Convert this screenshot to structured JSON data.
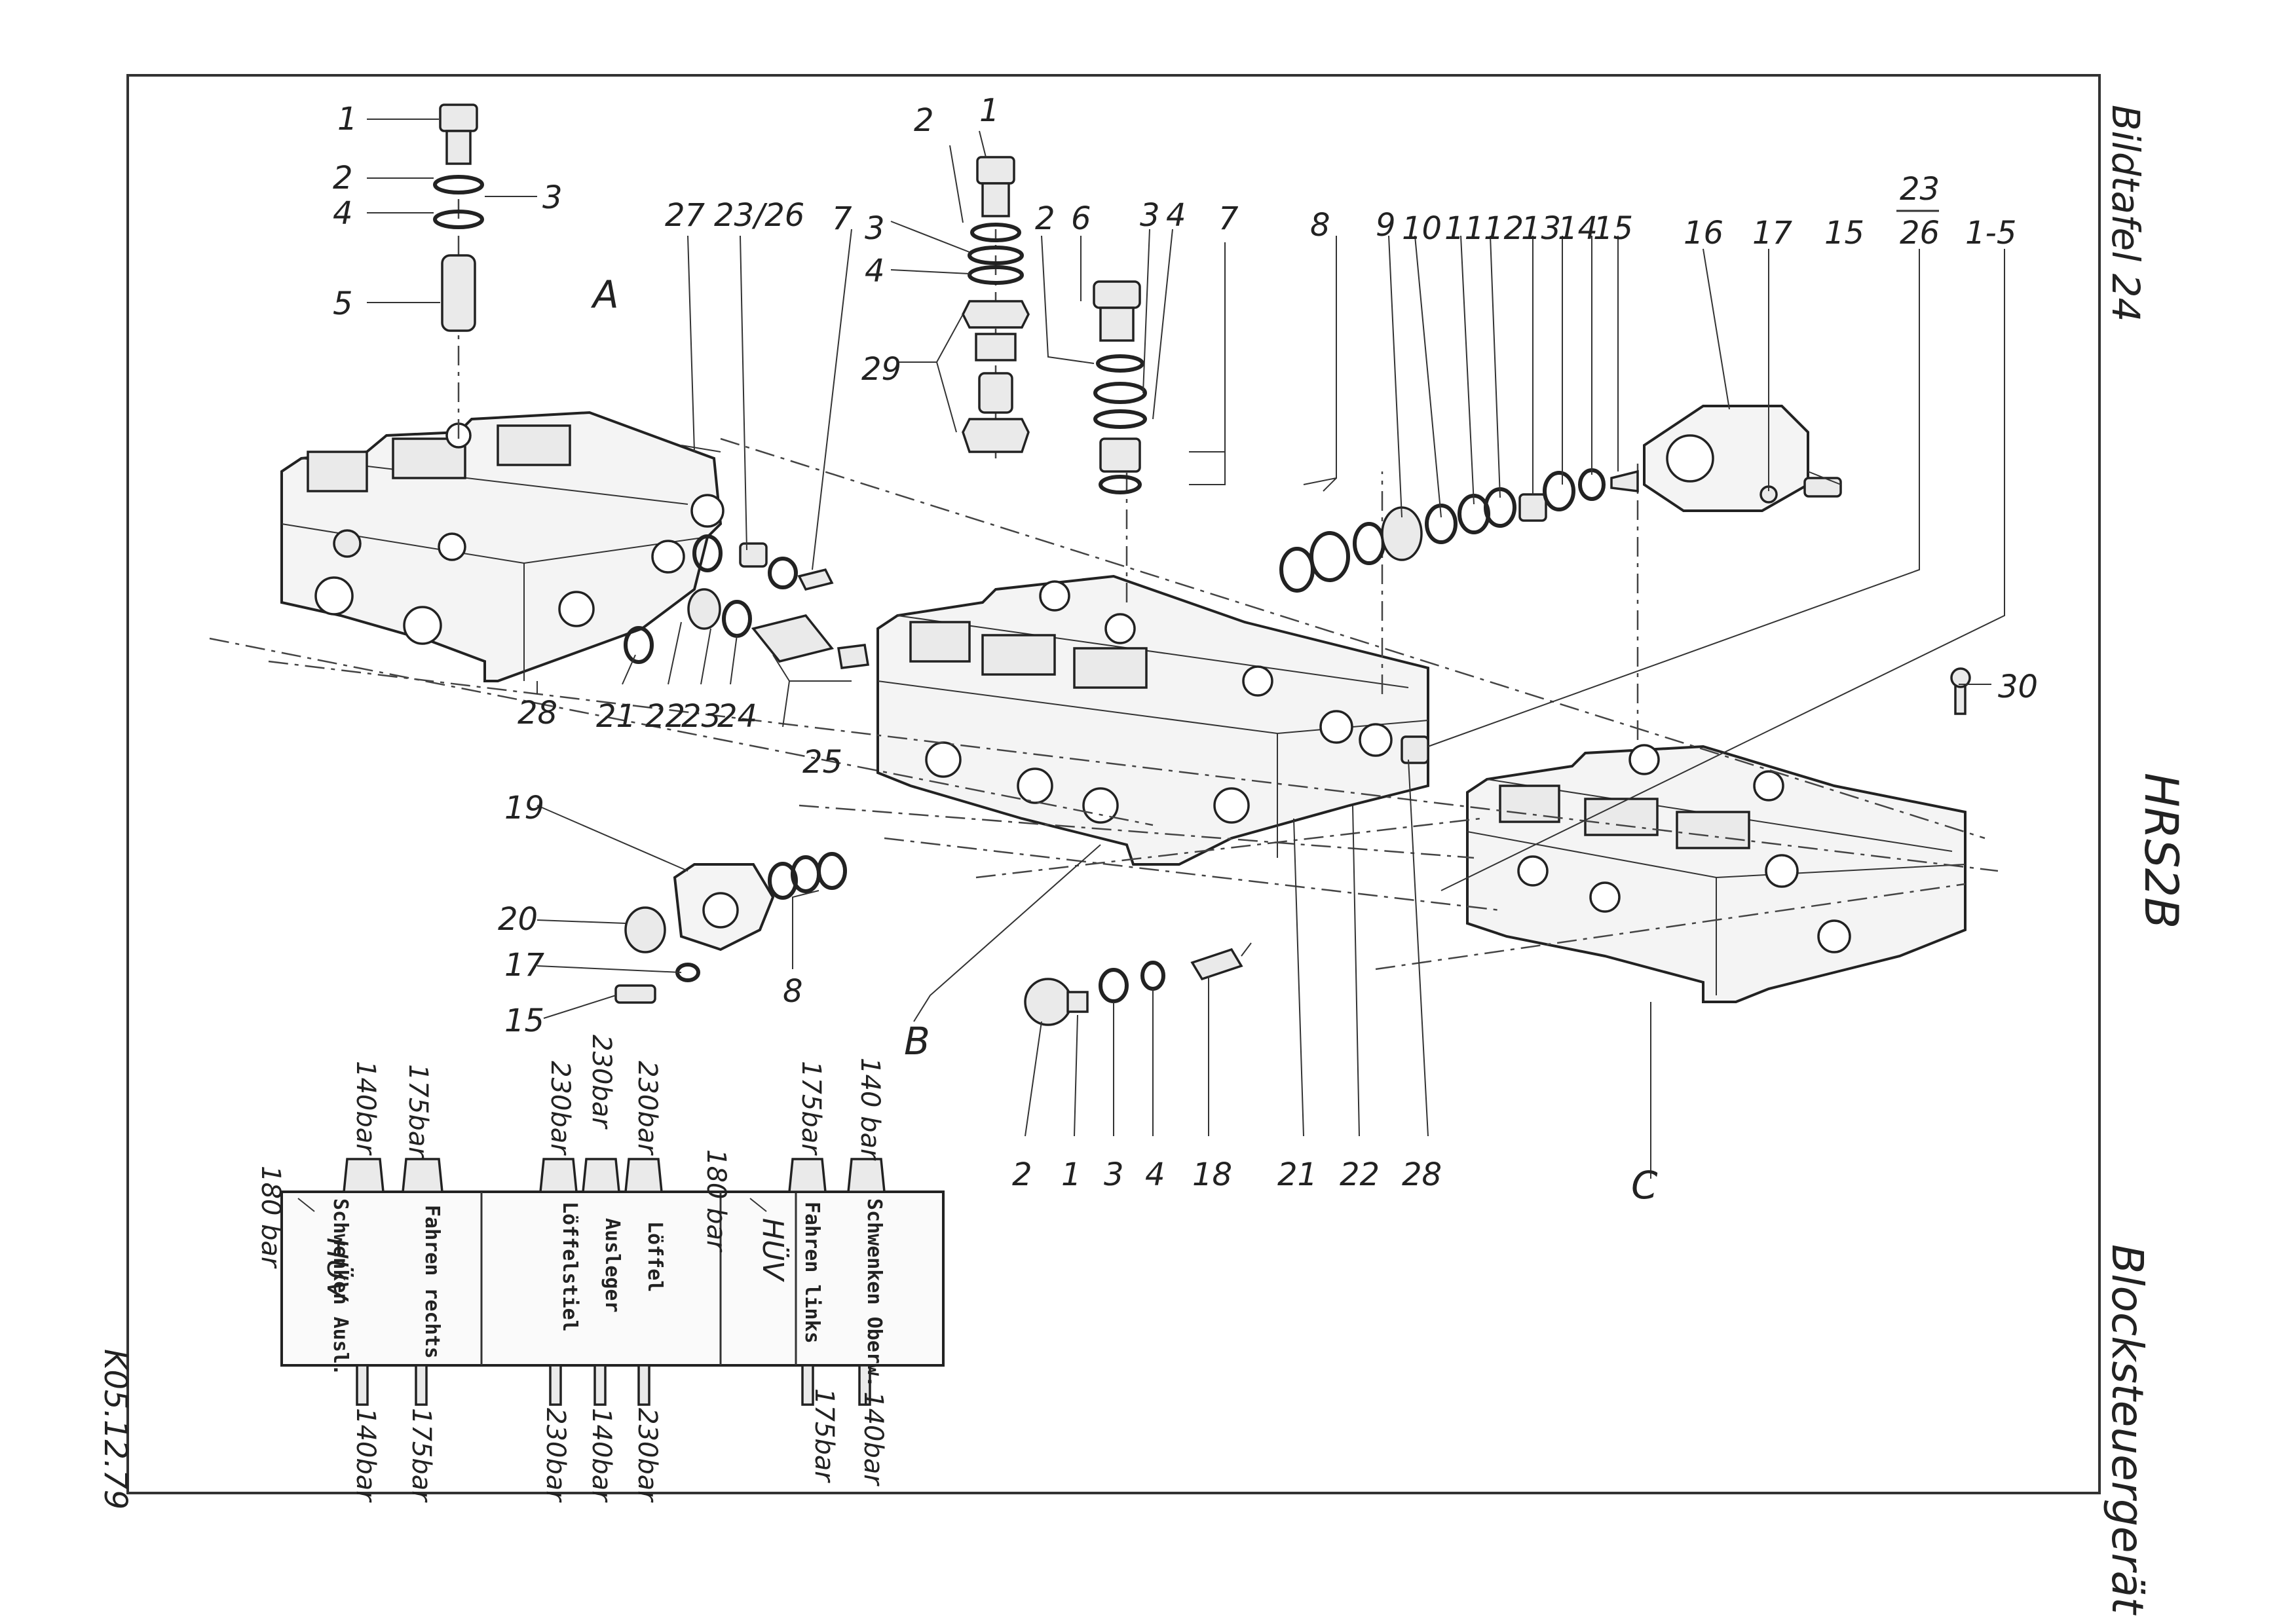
{
  "sheet": {
    "plate_label": "Bildtafel 24",
    "model": "HRS2B",
    "subject": "Blocksteuergerät",
    "doc_code": "K05.12.79"
  },
  "callouts_top_left": [
    "1",
    "2",
    "3",
    "4",
    "5"
  ],
  "callouts_top_center": [
    "1",
    "2",
    "3",
    "4",
    "29"
  ],
  "callouts_top_row": [
    "27",
    "23/26",
    "7",
    "2",
    "6",
    "3",
    "4",
    "7",
    "8",
    "9",
    "10",
    "11",
    "12",
    "13",
    "14",
    "15",
    "16",
    "17",
    "15",
    "23",
    "26",
    "1-5"
  ],
  "callouts_mid": [
    "28",
    "21",
    "22",
    "23",
    "24",
    "25",
    "30"
  ],
  "callouts_lower_left": [
    "19",
    "20",
    "17",
    "15",
    "8"
  ],
  "callouts_bottom": [
    "2",
    "1",
    "3",
    "4",
    "18",
    "21",
    "22",
    "28"
  ],
  "block_letters": [
    "A",
    "B",
    "C"
  ],
  "schematic": {
    "left_pressure": "180 bar",
    "right_pressure": "180 bar",
    "sections": [
      {
        "lines": [
          "Schwenken Ausl.",
          "HÜV"
        ]
      },
      {
        "lines": [
          "Fahren rechts"
        ]
      },
      {
        "lines": [
          "Löffelstiel"
        ]
      },
      {
        "lines": [
          "Ausleger"
        ]
      },
      {
        "lines": [
          "Löffel"
        ]
      },
      {
        "lines": [
          "Fahren links",
          "HÜV"
        ]
      },
      {
        "lines": [
          "Schwenken Oberw."
        ]
      }
    ],
    "top_pressures": [
      "140bar",
      "175bar",
      "230bar",
      "230bar",
      "230bar",
      "175bar",
      "140 bar"
    ],
    "bottom_pressures": [
      "140bar",
      "175bar",
      "230bar",
      "140bar",
      "230bar",
      "175bar",
      "140bar"
    ]
  }
}
